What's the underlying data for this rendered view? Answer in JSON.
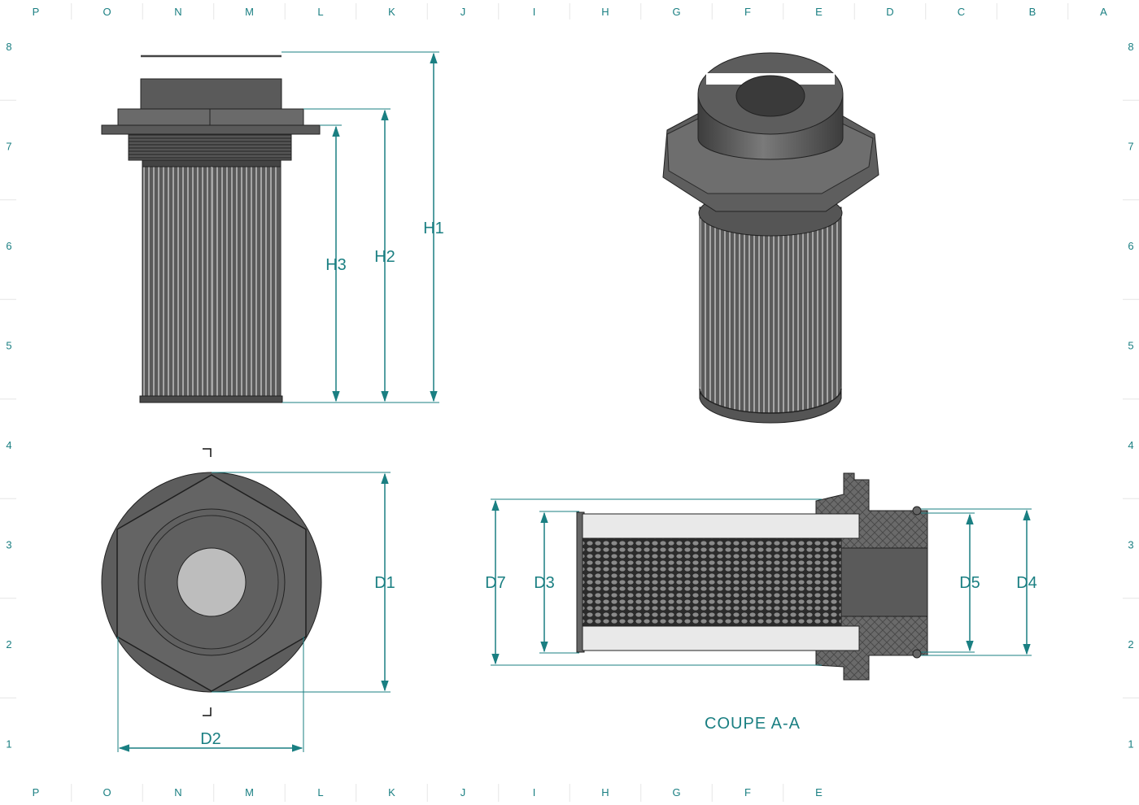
{
  "grid": {
    "columns": [
      "P",
      "O",
      "N",
      "M",
      "L",
      "K",
      "J",
      "I",
      "H",
      "G",
      "F",
      "E",
      "D",
      "C",
      "B",
      "A"
    ],
    "bottom_columns": [
      "P",
      "O",
      "N",
      "M",
      "L",
      "K",
      "J",
      "I",
      "H",
      "G",
      "F",
      "E"
    ],
    "rows": [
      "8",
      "7",
      "6",
      "5",
      "4",
      "3",
      "2",
      "1"
    ]
  },
  "dimensions": {
    "h1": "H1",
    "h2": "H2",
    "h3": "H3",
    "d1": "D1",
    "d2": "D2",
    "d3": "D3",
    "d4": "D4",
    "d5": "D5",
    "d7": "D7"
  },
  "section": {
    "title": "COUPE A-A"
  },
  "colors": {
    "dimension": "#1a7f82",
    "body": "#5f5f5f",
    "body_dark": "#3a3a3a",
    "bore": "#bdbdbd",
    "mesh": "#2a2a2a",
    "tube": "#e9e9e9"
  }
}
